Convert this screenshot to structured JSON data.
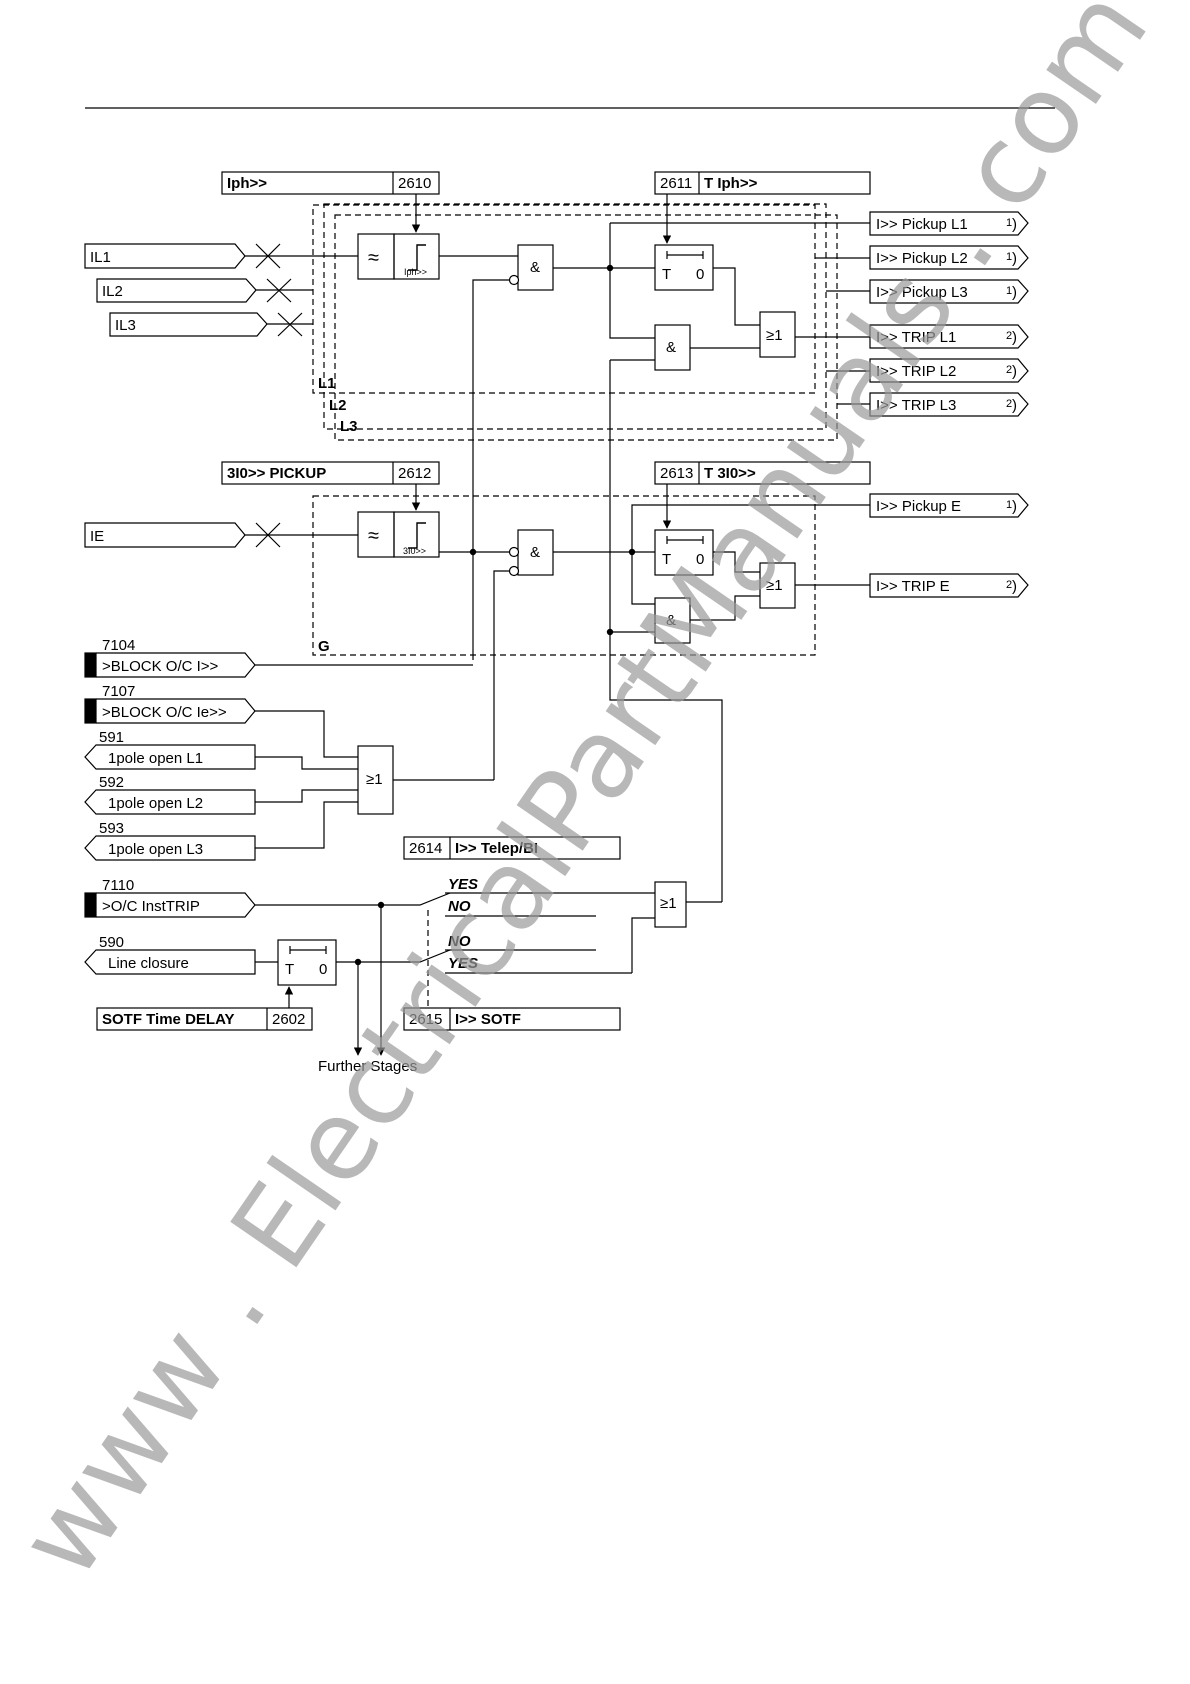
{
  "params": {
    "iph_label": "Iph>>",
    "iph_addr": "2610",
    "tiph_addr": "2611",
    "tiph_label": "T Iph>>",
    "i0_label": "3I0>> PICKUP",
    "i0_addr": "2612",
    "ti0_addr": "2613",
    "ti0_label": "T 3I0>>",
    "telep_addr": "2614",
    "telep_label": "I>> Telep/BI",
    "sotf_addr": "2615",
    "sotf_label": "I>> SOTF",
    "sotfdelay_label": "SOTF Time DELAY",
    "sotfdelay_addr": "2602"
  },
  "inputs": {
    "il1": "IL1",
    "il2": "IL2",
    "il3": "IL3",
    "ie": "IE"
  },
  "binary_inputs": [
    {
      "num": "7104",
      "label": ">BLOCK O/C I>>"
    },
    {
      "num": "7107",
      "label": ">BLOCK O/C Ie>>"
    },
    {
      "num": "591",
      "label": "1pole open L1"
    },
    {
      "num": "592",
      "label": "1pole open L2"
    },
    {
      "num": "593",
      "label": "1pole open L3"
    },
    {
      "num": "7110",
      "label": ">O/C InstTRIP"
    },
    {
      "num": "590",
      "label": "Line closure"
    }
  ],
  "outputs": [
    {
      "label": "I>> Pickup L1",
      "note": "1"
    },
    {
      "label": "I>> Pickup L2",
      "note": "1"
    },
    {
      "label": "I>> Pickup L3",
      "note": "1"
    },
    {
      "label": "I>> TRIP L1",
      "note": "2"
    },
    {
      "label": "I>> TRIP L2",
      "note": "2"
    },
    {
      "label": "I>> TRIP L3",
      "note": "2"
    },
    {
      "label": "I>> Pickup E",
      "note": "1"
    },
    {
      "label": "I>> TRIP E",
      "note": "2"
    }
  ],
  "gates": {
    "and": "&",
    "or": "≥1",
    "t": "T",
    "zero": "0",
    "th_iph": "Iph>>",
    "th_i0": "3I0>>",
    "filter": "≈"
  },
  "phase_labels": {
    "l1": "L1",
    "l2": "L2",
    "l3": "L3",
    "g": "G"
  },
  "switch": {
    "yes": "YES",
    "no": "NO"
  },
  "further_stages": "Further Stages",
  "watermark": "www . ElectricalPartManuals . com"
}
